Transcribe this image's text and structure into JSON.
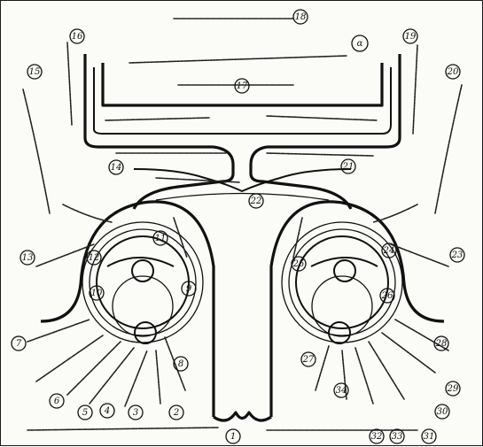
{
  "diagram": {
    "callouts": [
      {
        "id": "n1",
        "text": "1"
      },
      {
        "id": "n2",
        "text": "2"
      },
      {
        "id": "n3",
        "text": "3"
      },
      {
        "id": "n4",
        "text": "4"
      },
      {
        "id": "n5",
        "text": "5"
      },
      {
        "id": "n6",
        "text": "6"
      },
      {
        "id": "n7",
        "text": "7"
      },
      {
        "id": "n8",
        "text": "8"
      },
      {
        "id": "n9",
        "text": "9"
      },
      {
        "id": "n10",
        "text": "10"
      },
      {
        "id": "n11",
        "text": "11"
      },
      {
        "id": "n12",
        "text": "12"
      },
      {
        "id": "n13",
        "text": "13"
      },
      {
        "id": "n14",
        "text": "14"
      },
      {
        "id": "n15",
        "text": "15"
      },
      {
        "id": "n16",
        "text": "16"
      },
      {
        "id": "n17",
        "text": "17"
      },
      {
        "id": "n18",
        "text": "18"
      },
      {
        "id": "n19",
        "text": "19"
      },
      {
        "id": "n20",
        "text": "20"
      },
      {
        "id": "n21",
        "text": "21"
      },
      {
        "id": "n22",
        "text": "22"
      },
      {
        "id": "n23",
        "text": "23"
      },
      {
        "id": "n24",
        "text": "24"
      },
      {
        "id": "n25",
        "text": "25"
      },
      {
        "id": "n26",
        "text": "26"
      },
      {
        "id": "n27",
        "text": "27"
      },
      {
        "id": "n28",
        "text": "28"
      },
      {
        "id": "n29",
        "text": "29"
      },
      {
        "id": "n30",
        "text": "30"
      },
      {
        "id": "n31",
        "text": "31"
      },
      {
        "id": "n32",
        "text": "32"
      },
      {
        "id": "n33",
        "text": "33"
      },
      {
        "id": "n34",
        "text": "34"
      },
      {
        "id": "nA",
        "text": "α"
      }
    ]
  }
}
